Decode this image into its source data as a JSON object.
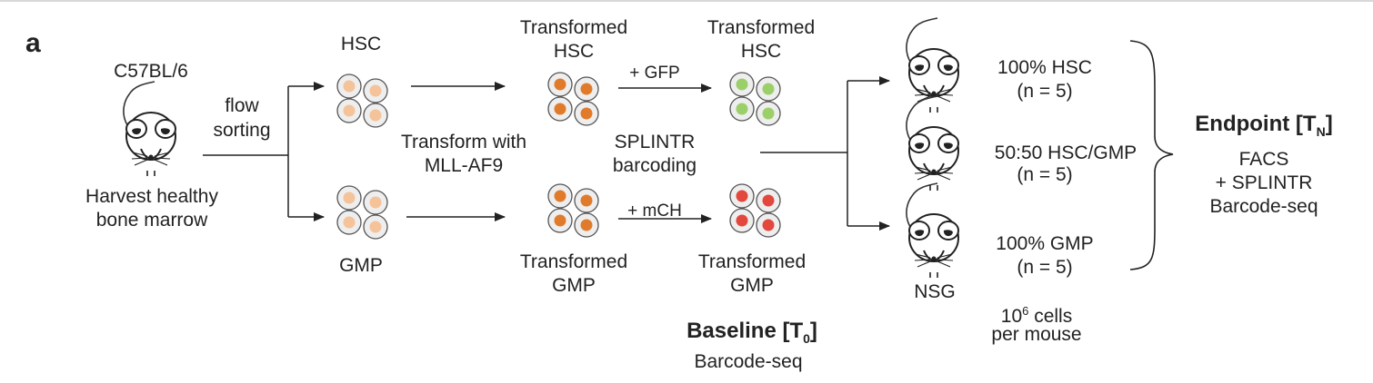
{
  "panel_letter": "a",
  "source": {
    "strain": "C57BL/6",
    "action_line1": "Harvest healthy",
    "action_line2": "bone marrow"
  },
  "sorting": {
    "line1": "flow",
    "line2": "sorting"
  },
  "populations": {
    "hsc": "HSC",
    "gmp": "GMP"
  },
  "transform": {
    "line1": "Transform with",
    "line2": "MLL-AF9"
  },
  "transformed": {
    "hsc_line1": "Transformed",
    "hsc_line2": "HSC",
    "gmp_line1": "Transformed",
    "gmp_line2": "GMP"
  },
  "barcoding": {
    "gfp_label": "+ GFP",
    "mch_label": "+ mCH",
    "line1": "SPLINTR",
    "line2": "barcoding"
  },
  "labeled": {
    "hsc_line1": "Transformed",
    "hsc_line2": "HSC",
    "gmp_line1": "Transformed",
    "gmp_line2": "GMP"
  },
  "baseline": {
    "title": "Baseline [T",
    "subscript": "0",
    "close": "]",
    "assay": "Barcode-seq"
  },
  "recipients": {
    "strain": "NSG",
    "groups": [
      {
        "label": "100% HSC",
        "n": "(n = 5)"
      },
      {
        "label": "50:50 HSC/GMP",
        "n": "(n = 5)"
      },
      {
        "label": "100% GMP",
        "n": "(n = 5)"
      }
    ],
    "dose_base": "10",
    "dose_exp": "6",
    "dose_unit": " cells",
    "dose_line2": "per mouse"
  },
  "endpoint": {
    "title": "Endpoint  [T",
    "subscript": "N",
    "close": "]",
    "line1": "FACS",
    "line2": "+ SPLINTR",
    "line3": "Barcode-seq"
  },
  "colors": {
    "cell_fill": "#eeeeee",
    "cell_stroke": "#555555",
    "nucleus_untransformed": "#f4c39a",
    "nucleus_transformed": "#e07b2c",
    "nucleus_gfp": "#9bcf6a",
    "nucleus_mch": "#e2483d"
  }
}
